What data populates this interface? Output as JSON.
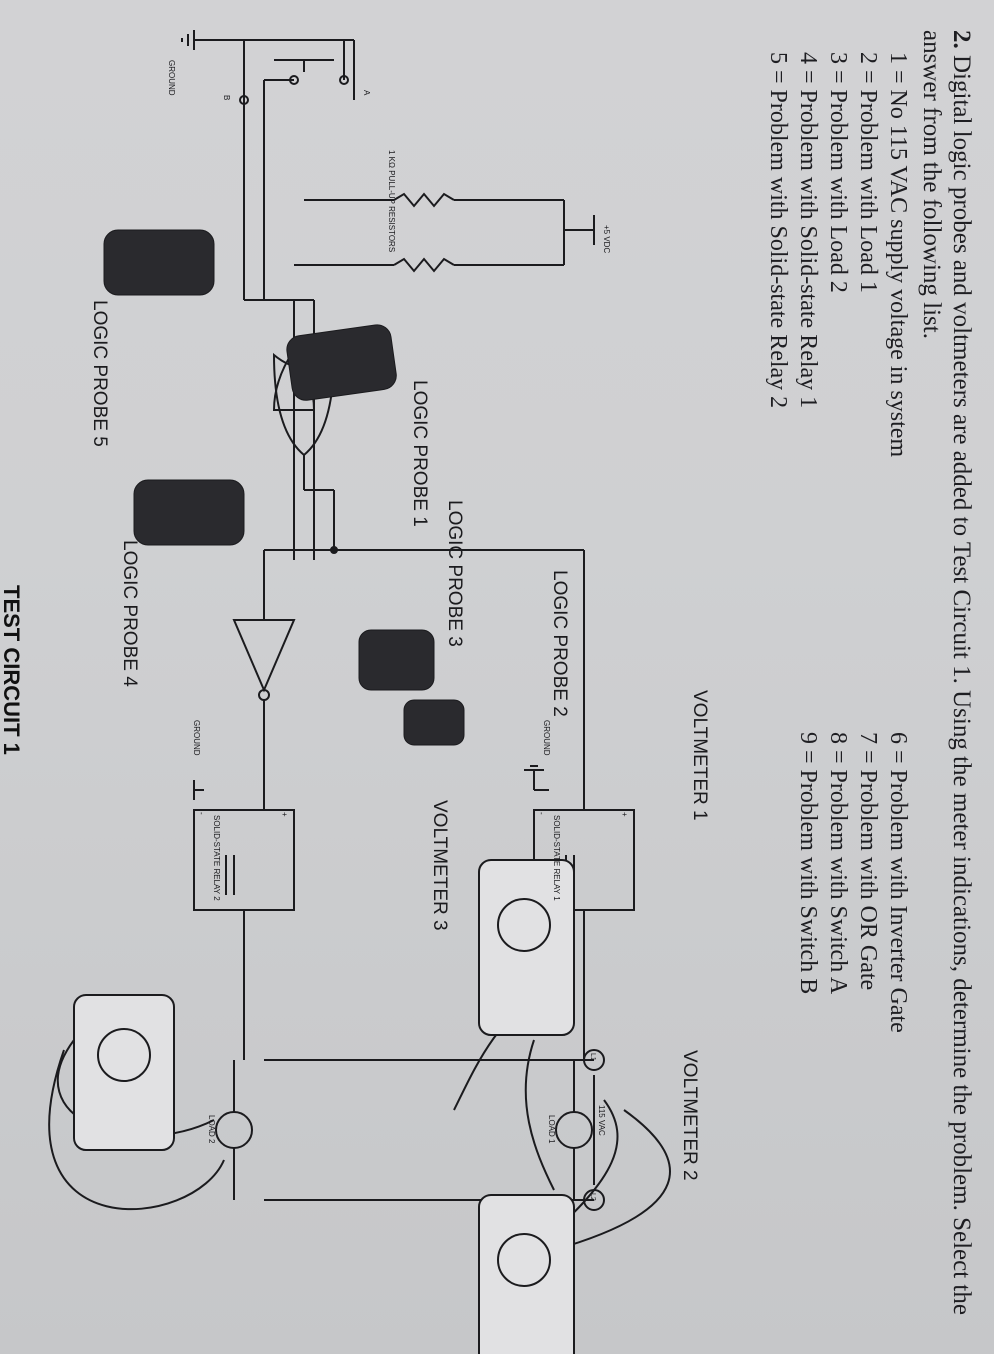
{
  "question": {
    "number": "2.",
    "text": "Digital logic probes and voltmeters are added to Test Circuit 1. Using the meter indications, determine the problem. Select the answer from the following list."
  },
  "options": [
    "1 = No 115 VAC supply voltage in system",
    "2 = Problem with Load 1",
    "3 = Problem with Load 2",
    "4 = Problem with Solid-state Relay 1",
    "5 = Problem with Solid-state Relay 2",
    "6 = Problem with Inverter Gate",
    "7 = Problem with OR Gate",
    "8 = Problem with Switch A",
    "9 = Problem with Switch B"
  ],
  "circuit": {
    "title": "TEST CIRCUIT 1",
    "supply": "+5 VDC",
    "resistors": "1 KΩ PULL-UP RESISTORS",
    "switch_a": "A",
    "switch_b": "B",
    "ground": "GROUND",
    "relay1": "SOLID-STATE RELAY 1",
    "relay2": "SOLID-STATE RELAY 2",
    "plus": "+",
    "minus": "-",
    "l1": "L1",
    "l2": "L2",
    "vac": "115 VAC",
    "load1": "LOAD 1",
    "load2": "LOAD 2",
    "probes": [
      "LOGIC PROBE 1",
      "LOGIC PROBE 2",
      "LOGIC PROBE 3",
      "LOGIC PROBE 4",
      "LOGIC PROBE 5"
    ],
    "voltmeters": [
      "VOLTMETER 1",
      "VOLTMETER 2",
      "VOLTMETER 3"
    ]
  },
  "colors": {
    "ink": "#1b1b1e",
    "paper": "#cfd0d2",
    "probe_body": "#2a2a2e"
  }
}
